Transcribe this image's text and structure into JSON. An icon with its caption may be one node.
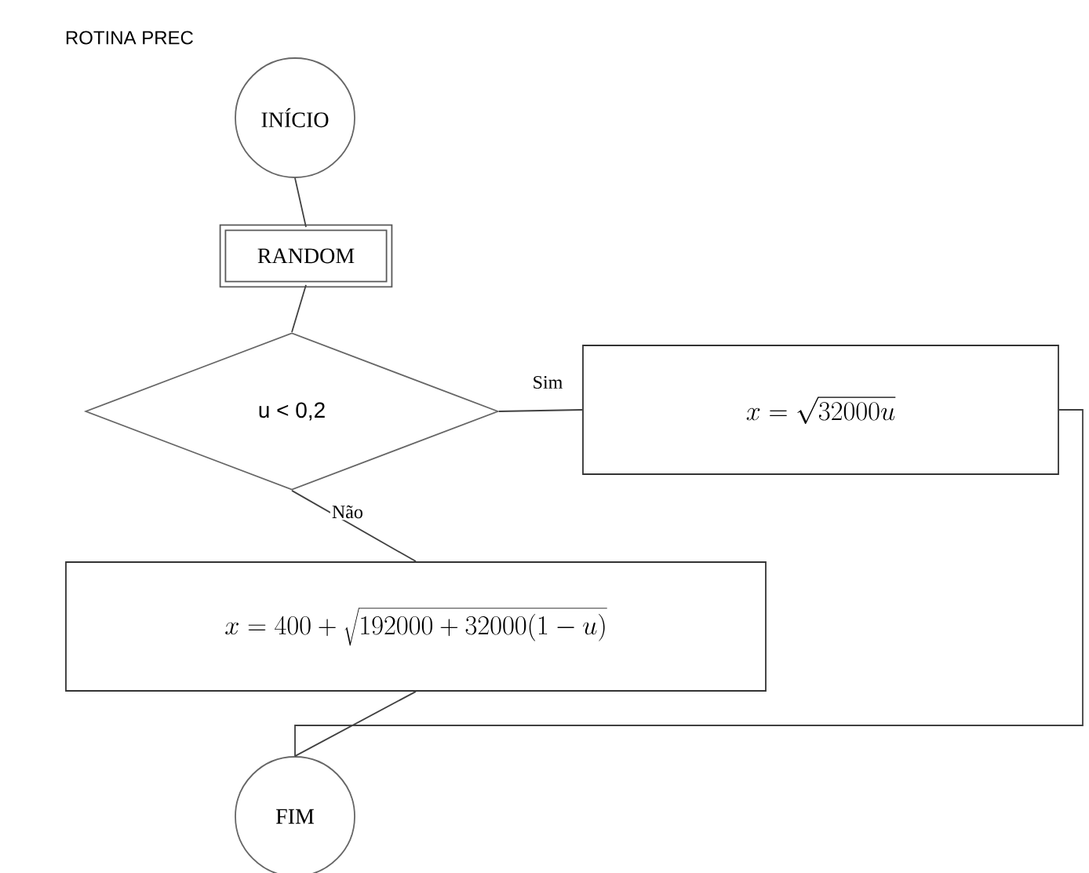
{
  "diagram": {
    "title": "ROTINA PREC",
    "nodes": [
      {
        "text": [
          "INÍCIO"
        ]
      },
      {
        "text": [
          "RANDOM"
        ]
      },
      {
        "text": [
          "u < 0,2"
        ]
      },
      {
        "text": [
          "x = \\sqrt{32000u}"
        ]
      },
      {
        "text": [
          "x = 400 + \\sqrt{192000 + 32000(1 - u)}"
        ]
      },
      {
        "text": [
          "FIM"
        ]
      }
    ],
    "edges": [
      {
        "from": 0,
        "to": 1,
        "arrow": "none"
      },
      {
        "from": 1,
        "to": 2,
        "arrow": "none"
      },
      {
        "from": 2,
        "to": 3,
        "arrow": "none",
        "label": "Sim"
      },
      {
        "from": 2,
        "to": 4,
        "arrow": "none",
        "label": "Não"
      },
      {
        "from": 3,
        "to": 5,
        "arrow": "none"
      },
      {
        "from": 4,
        "to": 5,
        "arrow": "none"
      }
    ]
  }
}
